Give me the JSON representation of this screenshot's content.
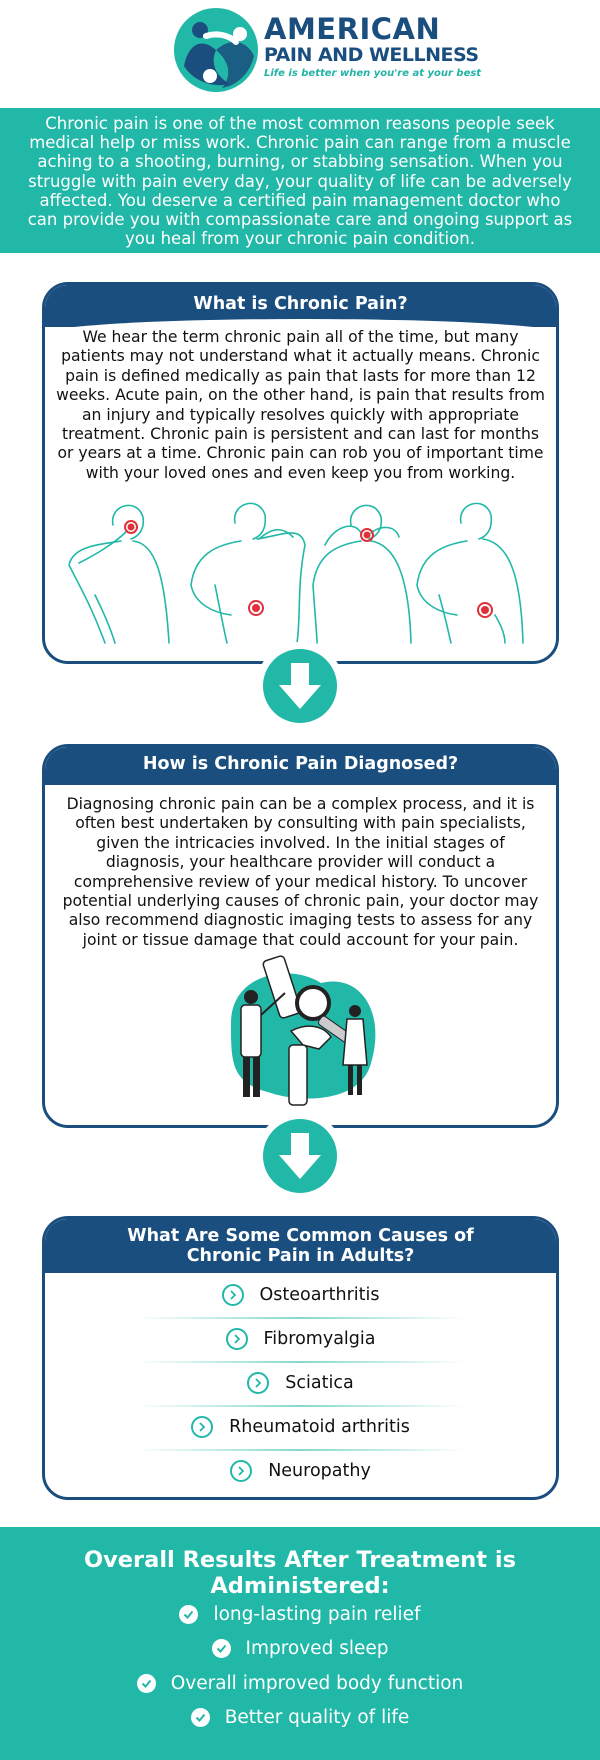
{
  "brand": {
    "name_line1": "AMERICAN",
    "name_line2": "PAIN AND WELLNESS",
    "tagline": "Life is better when you're at your best",
    "logo_icon": "people-circle-logo-icon"
  },
  "intro": {
    "text": "Chronic pain is one of the most common reasons people seek medical help or miss work. Chronic pain can range from a muscle aching to a shooting, burning, or stabbing sensation. When you struggle with pain every day, your quality of life can be adversely affected. You deserve a certified pain management doctor who can provide you with compassionate care and ongoing support as you heal from your chronic pain condition."
  },
  "section_what": {
    "title": "What is Chronic Pain?",
    "body": "We hear the term chronic pain all of the time, but many patients may not understand what it actually means. Chronic pain is defined medically as pain that lasts for more than 12 weeks. Acute pain, on the other hand, is pain that results from an injury and typically resolves quickly with appropriate treatment. Chronic pain is persistent and can last for months or years at a time. Chronic pain can rob you of important time with your loved ones and even keep you from working.",
    "illustration": "pain-figures-illustration"
  },
  "section_diagnosed": {
    "title": "How is Chronic Pain Diagnosed?",
    "body": "Diagnosing chronic pain can be a complex process, and it is often best undertaken by consulting with pain specialists, given the intricacies involved. In the initial stages of diagnosis, your healthcare provider will conduct a comprehensive review of your medical history. To uncover potential underlying causes of chronic pain, your doctor may also recommend diagnostic imaging tests to assess for any joint or tissue damage that could account for your pain.",
    "illustration": "doctors-knee-joint-illustration"
  },
  "section_causes": {
    "title_line1": "What Are Some Common Causes of",
    "title_line2": "Chronic Pain in Adults?",
    "items": [
      "Osteoarthritis",
      "Fibromyalgia",
      "Sciatica",
      "Rheumatoid arthritis",
      "Neuropathy"
    ],
    "item_icon": "chevron-right-circle-icon"
  },
  "results": {
    "title": "Overall Results After Treatment is Administered:",
    "items": [
      "long-lasting pain relief",
      "Improved sleep",
      "Overall improved body function",
      "Better quality of life"
    ],
    "item_icon": "check-circle-icon"
  },
  "colors": {
    "navy": "#1a4e7e",
    "teal": "#22b8a8",
    "pain_marker": "#e0303a"
  }
}
